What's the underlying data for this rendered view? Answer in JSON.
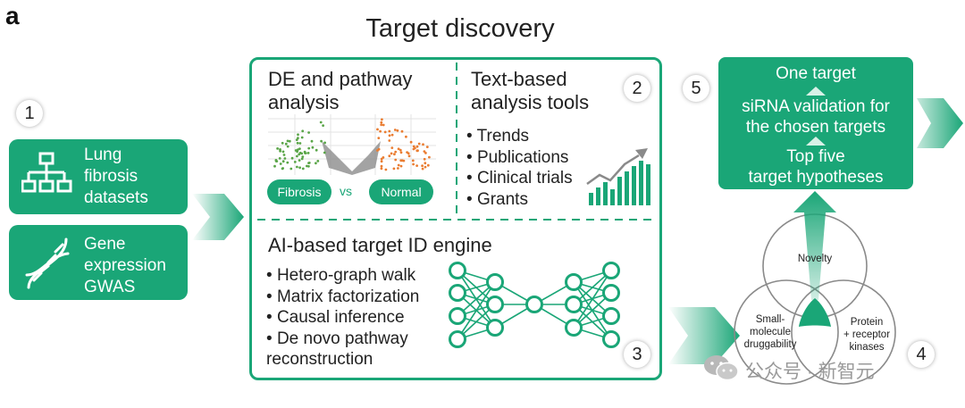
{
  "panel_letter": "a",
  "title": "Target discovery",
  "steps": {
    "s1": "1",
    "s2": "2",
    "s3": "3",
    "s4": "4",
    "s5": "5"
  },
  "datasets": [
    {
      "label": "Lung\nfibrosis\ndatasets",
      "icon": "hierarchy-icon"
    },
    {
      "label": "Gene\nexpression\nGWAS",
      "icon": "dna-icon"
    }
  ],
  "de_section": {
    "title": "DE and pathway\nanalysis",
    "left_pill": "Fibrosis",
    "vs": "vs",
    "right_pill": "Normal"
  },
  "text_section": {
    "title": "Text-based\nanalysis tools",
    "items": [
      "Trends",
      "Publications",
      "Clinical trials",
      "Grants"
    ]
  },
  "ai_section": {
    "title": "AI-based target ID engine",
    "items": [
      "Hetero-graph walk",
      "Matrix factorization",
      "Causal inference",
      "De novo pathway\nreconstruction"
    ]
  },
  "venn": {
    "top": "Novelty",
    "left": "Small-\nmolecule\ndruggability",
    "right": "Protein\n+ receptor\nkinases"
  },
  "results": {
    "one": "One target",
    "two": "siRNA validation for\nthe chosen targets",
    "three": "Top five\ntarget hypotheses"
  },
  "watermark": "公众号 · 新智元",
  "colors": {
    "accent": "#1aa677",
    "fibrosis": "#5aa548",
    "normal": "#ea7d32"
  }
}
